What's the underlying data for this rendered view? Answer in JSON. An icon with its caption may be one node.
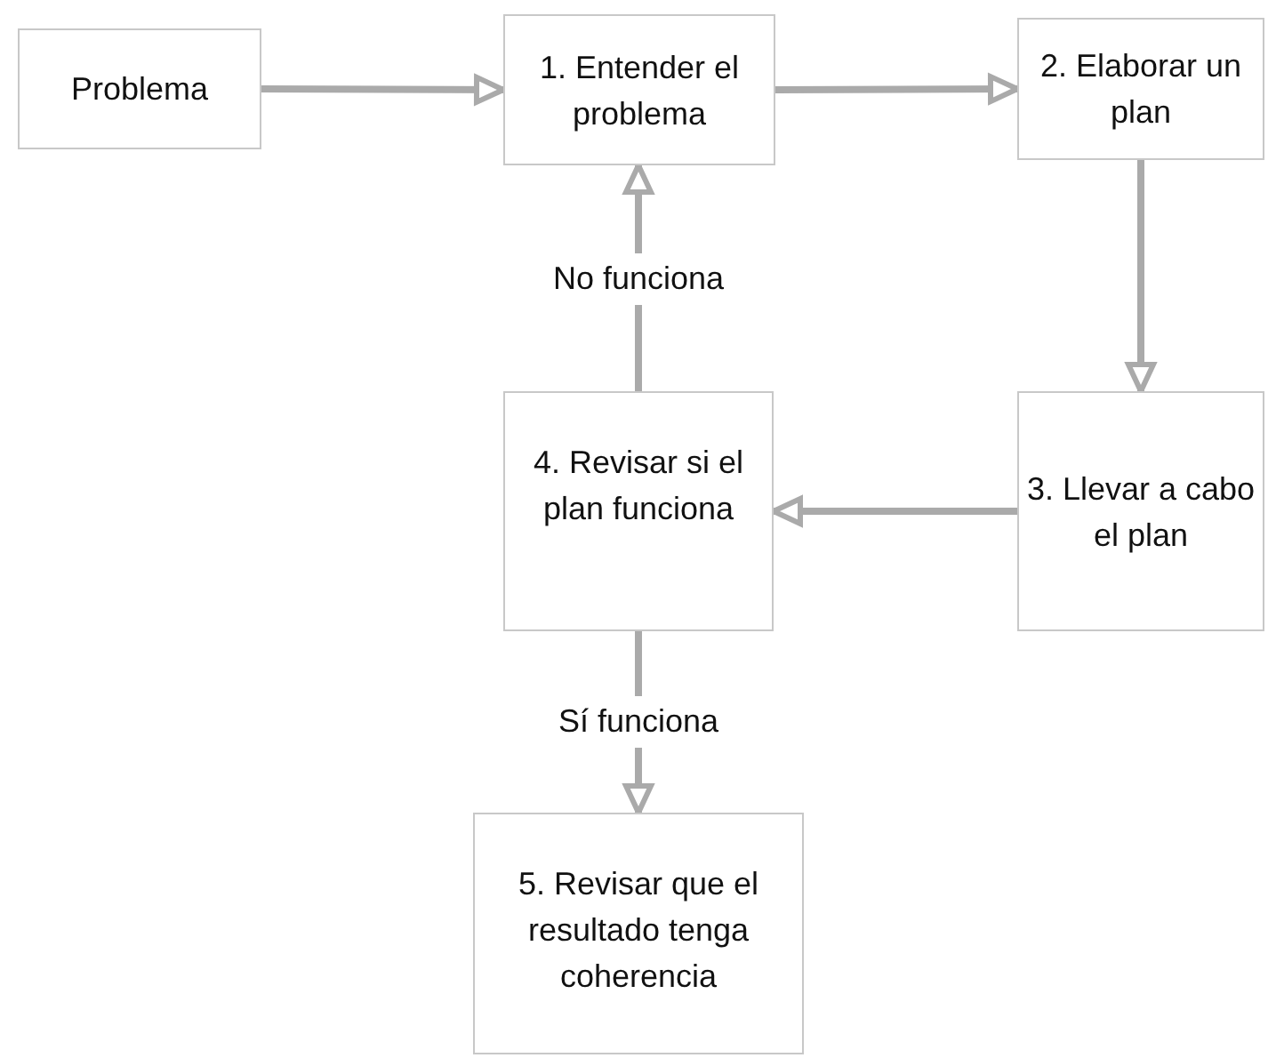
{
  "diagram": {
    "nodes": [
      {
        "text": [
          "Problema"
        ]
      },
      {
        "text": [
          "1. Entender el problema"
        ]
      },
      {
        "text": [
          "2. Elaborar un plan"
        ]
      },
      {
        "text": [
          "3. Llevar a cabo el plan"
        ]
      },
      {
        "text": [
          "4. Revisar si el plan funciona"
        ]
      },
      {
        "text": [
          "5. Revisar que el resultado tenga coherencia"
        ]
      }
    ],
    "edges": [
      {
        "from": 0,
        "to": 1,
        "arrow": "to"
      },
      {
        "from": 1,
        "to": 2,
        "arrow": "to"
      },
      {
        "from": 2,
        "to": 3,
        "arrow": "to"
      },
      {
        "from": 3,
        "to": 4,
        "arrow": "to"
      },
      {
        "from": 4,
        "to": 1,
        "arrow": "to",
        "label": "No funciona"
      },
      {
        "from": 4,
        "to": 5,
        "arrow": "to",
        "label": "Sí funciona"
      }
    ]
  }
}
